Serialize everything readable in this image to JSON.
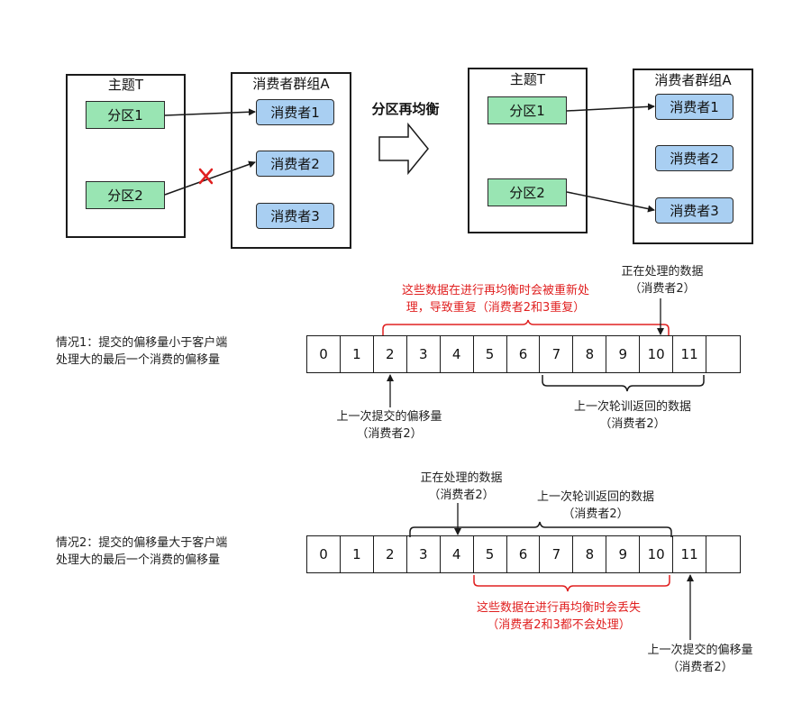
{
  "left_panel": {
    "topic_title": "主题T",
    "group_title": "消费者群组A",
    "partitions": [
      "分区1",
      "分区2"
    ],
    "consumers": [
      "消费者1",
      "消费者2",
      "消费者3"
    ]
  },
  "rebalance_label": "分区再均衡",
  "right_panel": {
    "topic_title": "主题T",
    "group_title": "消费者群组A",
    "partitions": [
      "分区1",
      "分区2"
    ],
    "consumers": [
      "消费者1",
      "消费者2",
      "消费者3"
    ]
  },
  "case1": {
    "description_line1": "情况1：提交的偏移量小于客户端",
    "description_line2": "处理大的最后一个消费的偏移量",
    "cells": [
      "0",
      "1",
      "2",
      "3",
      "4",
      "5",
      "6",
      "7",
      "8",
      "9",
      "10",
      "11",
      ""
    ],
    "red_note_line1": "这些数据在进行再均衡时会被重新处",
    "red_note_line2": "理，导致重复（消费者2和3重复）",
    "processing_line1": "正在处理的数据",
    "processing_line2": "（消费者2）",
    "committed_line1": "上一次提交的偏移量",
    "committed_line2": "（消费者2）",
    "polled_line1": "上一次轮训返回的数据",
    "polled_line2": "（消费者2）"
  },
  "case2": {
    "description_line1": "情况2：提交的偏移量大于客户端",
    "description_line2": "处理大的最后一个消费的偏移量",
    "cells": [
      "0",
      "1",
      "2",
      "3",
      "4",
      "5",
      "6",
      "7",
      "8",
      "9",
      "10",
      "11",
      ""
    ],
    "processing_line1": "正在处理的数据",
    "processing_line2": "（消费者2）",
    "polled_line1": "上一次轮训返回的数据",
    "polled_line2": "（消费者2）",
    "red_note_line1": "这些数据在进行再均衡时会丢失",
    "red_note_line2": "（消费者2和3都不会处理）",
    "committed_line1": "上一次提交的偏移量",
    "committed_line2": "（消费者2）"
  },
  "colors": {
    "partition_fill": "#99e5b3",
    "consumer_fill": "#a9cff2",
    "highlight_red": "#e02020"
  }
}
